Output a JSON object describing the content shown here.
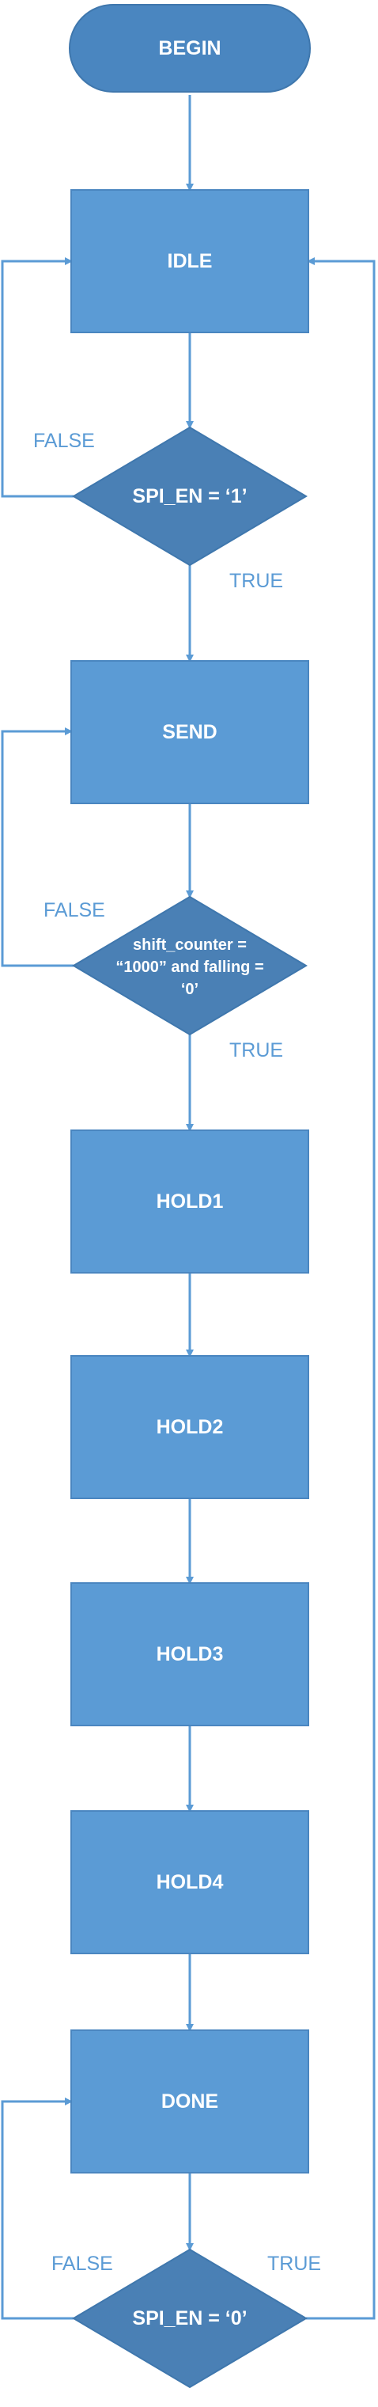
{
  "nodes": {
    "begin": "BEGIN",
    "idle": "IDLE",
    "decision_spi_en_1": "SPI_EN = ‘1’",
    "send": "SEND",
    "decision_shift": [
      "shift_counter =",
      "“1000” and falling =",
      "‘0’"
    ],
    "hold1": "HOLD1",
    "hold2": "HOLD2",
    "hold3": "HOLD3",
    "hold4": "HOLD4",
    "done": "DONE",
    "decision_spi_en_0": "SPI_EN = ‘0’"
  },
  "edge_labels": {
    "idle_false": "FALSE",
    "idle_true": "TRUE",
    "send_false": "FALSE",
    "send_true": "TRUE",
    "done_false": "FALSE",
    "done_true": "TRUE"
  },
  "colors": {
    "process": "#5b9bd5",
    "terminal": "#4a86c0",
    "decision": "#4a80b5",
    "connector": "#5b9bd5",
    "label_text": "#5b9bd5"
  }
}
